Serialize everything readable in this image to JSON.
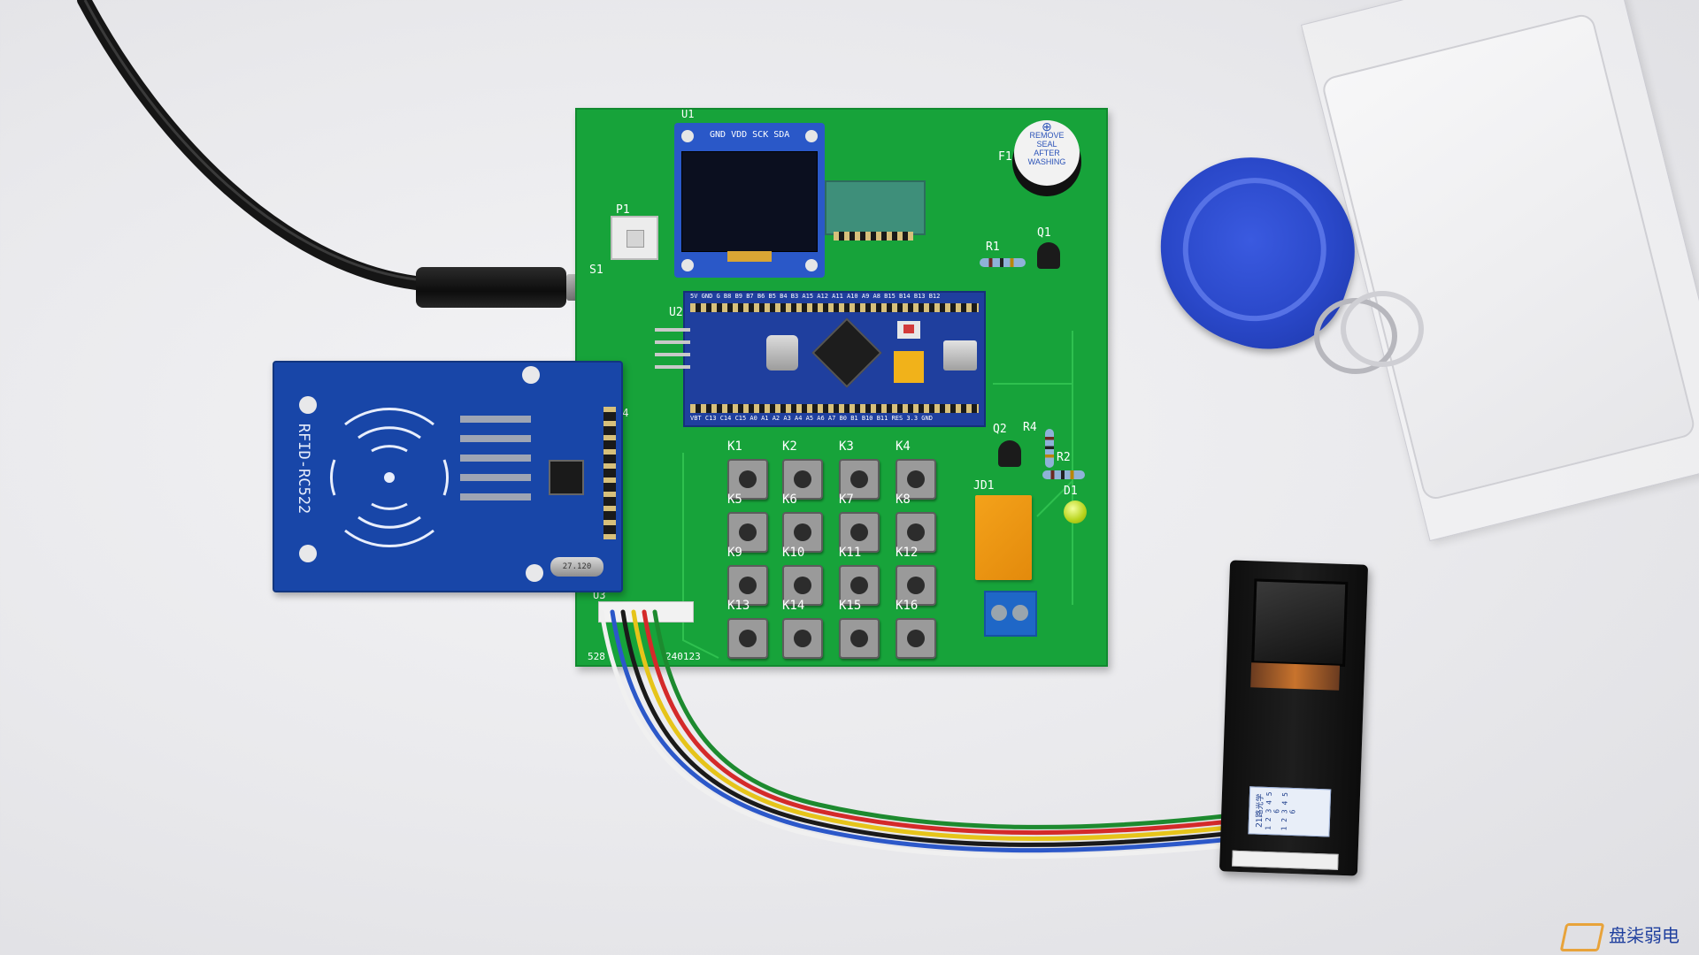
{
  "pcb": {
    "u1": "U1",
    "oled_pins": "GND VDD SCK SDA",
    "p1": "P1",
    "s1": "S1",
    "u2": "U2",
    "f1": "F1",
    "r1": "R1",
    "q1": "Q1",
    "q2": "Q2",
    "r4": "R4",
    "r2": "R2",
    "jd1": "JD1",
    "d1": "D1",
    "u3": "U3",
    "j4": "J4",
    "stm_top_pins": "5V GND G B8 B9 B7 B6 B5 B4 B3 A15 A12 A11 A10 A9 A8 B15 B14 B13 B12",
    "stm_bottom_pins": "VBT C13 C14 C15 A0 A1 A2 A3 A4 A5 A6 A7 B0 B1 B10 B11 RES 3.3 GND",
    "serial_left": "528",
    "serial_right": "240123",
    "keys": [
      "K1",
      "K2",
      "K3",
      "K4",
      "K5",
      "K6",
      "K7",
      "K8",
      "K9",
      "K10",
      "K11",
      "K12",
      "K13",
      "K14",
      "K15",
      "K16"
    ]
  },
  "buzzer": {
    "line1": "REMOVE",
    "line2": "SEAL",
    "line3": "AFTER",
    "line4": "WASHING"
  },
  "rfid": {
    "label": "RFID-RC522",
    "crystal": "27.120"
  },
  "fingerprint": {
    "sticker_title": "21路光学",
    "sticker_pins_row1": "1 2 3 4 5 6",
    "sticker_pins_row2": "1 2 3 4 5 6"
  },
  "watermark": {
    "text": "盘柒弱电"
  },
  "colors": {
    "pcb_green": "#17a33a",
    "rfid_blue": "#1846a8",
    "stm_blue": "#1f3f9e",
    "keyfob_blue": "#2a48c9"
  }
}
